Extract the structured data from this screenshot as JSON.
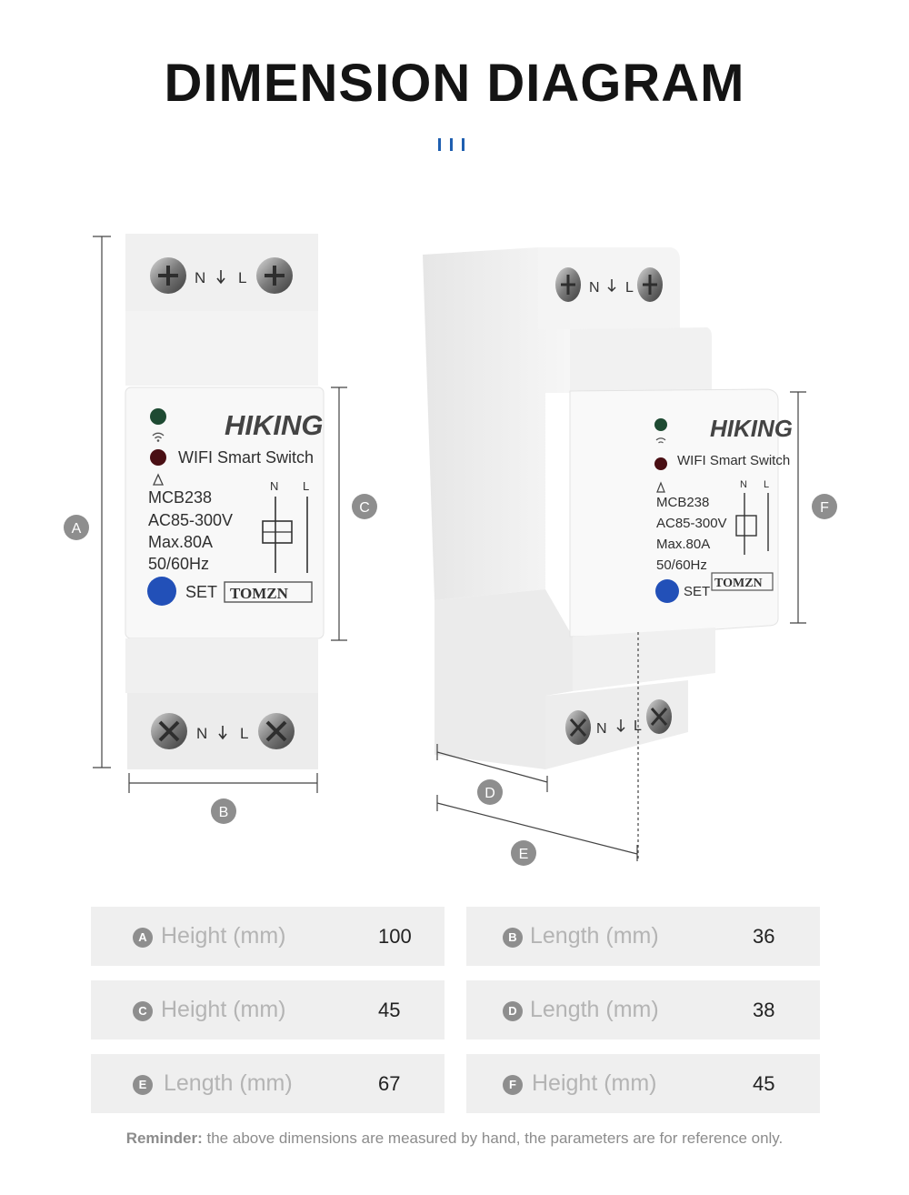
{
  "title": "DIMENSION DIAGRAM",
  "accent_color": "#1f5fb0",
  "product": {
    "brand": "HIKING",
    "name": "WIFI Smart Switch",
    "model": "MCB238",
    "voltage": "AC85-300V",
    "current": "Max.80A",
    "frequency": "50/60Hz",
    "set_label": "SET",
    "maker": "TOMZN",
    "terminal_n": "N",
    "terminal_l": "L"
  },
  "markers": [
    "A",
    "B",
    "C",
    "D",
    "E",
    "F"
  ],
  "dimensions": [
    {
      "key": "A",
      "label": "Height (mm)",
      "value": "100"
    },
    {
      "key": "B",
      "label": "Length (mm)",
      "value": "36"
    },
    {
      "key": "C",
      "label": "Height (mm)",
      "value": "45"
    },
    {
      "key": "D",
      "label": "Length (mm)",
      "value": "38"
    },
    {
      "key": "E",
      "label": "Length (mm)",
      "value": "67"
    },
    {
      "key": "F",
      "label": "Height (mm)",
      "value": "45"
    }
  ],
  "reminder": {
    "bold": "Reminder:",
    "text": " the above dimensions are measured by hand, the parameters are for reference only."
  }
}
